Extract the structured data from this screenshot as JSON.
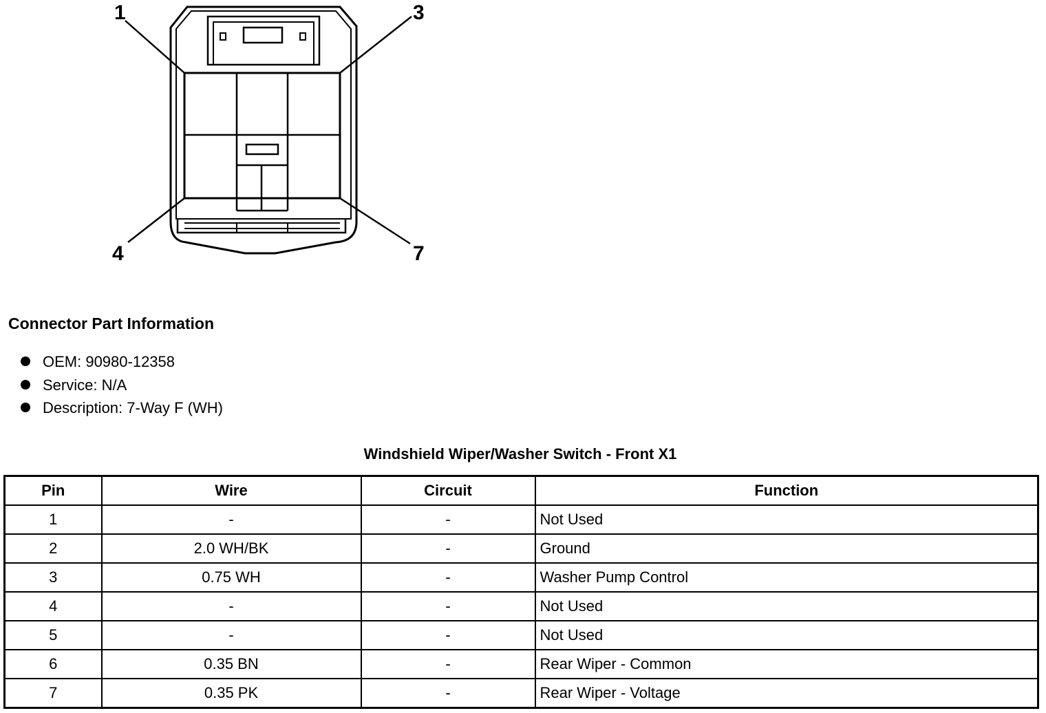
{
  "pin_callouts": [
    "1",
    "3",
    "4",
    "7"
  ],
  "connector_info": {
    "heading": "Connector Part Information",
    "items": [
      "OEM: 90980-12358",
      "Service: N/A",
      "Description: 7-Way F (WH)"
    ]
  },
  "table": {
    "title": "Windshield Wiper/Washer Switch - Front X1",
    "headers": [
      "Pin",
      "Wire",
      "Circuit",
      "Function"
    ],
    "rows": [
      [
        "1",
        "-",
        "-",
        "Not Used"
      ],
      [
        "2",
        "2.0 WH/BK",
        "-",
        "Ground"
      ],
      [
        "3",
        "0.75 WH",
        "-",
        "Washer Pump Control"
      ],
      [
        "4",
        "-",
        "-",
        "Not Used"
      ],
      [
        "5",
        "-",
        "-",
        "Not Used"
      ],
      [
        "6",
        "0.35 BN",
        "-",
        "Rear Wiper - Common"
      ],
      [
        "7",
        "0.35 PK",
        "-",
        "Rear Wiper - Voltage"
      ]
    ]
  }
}
